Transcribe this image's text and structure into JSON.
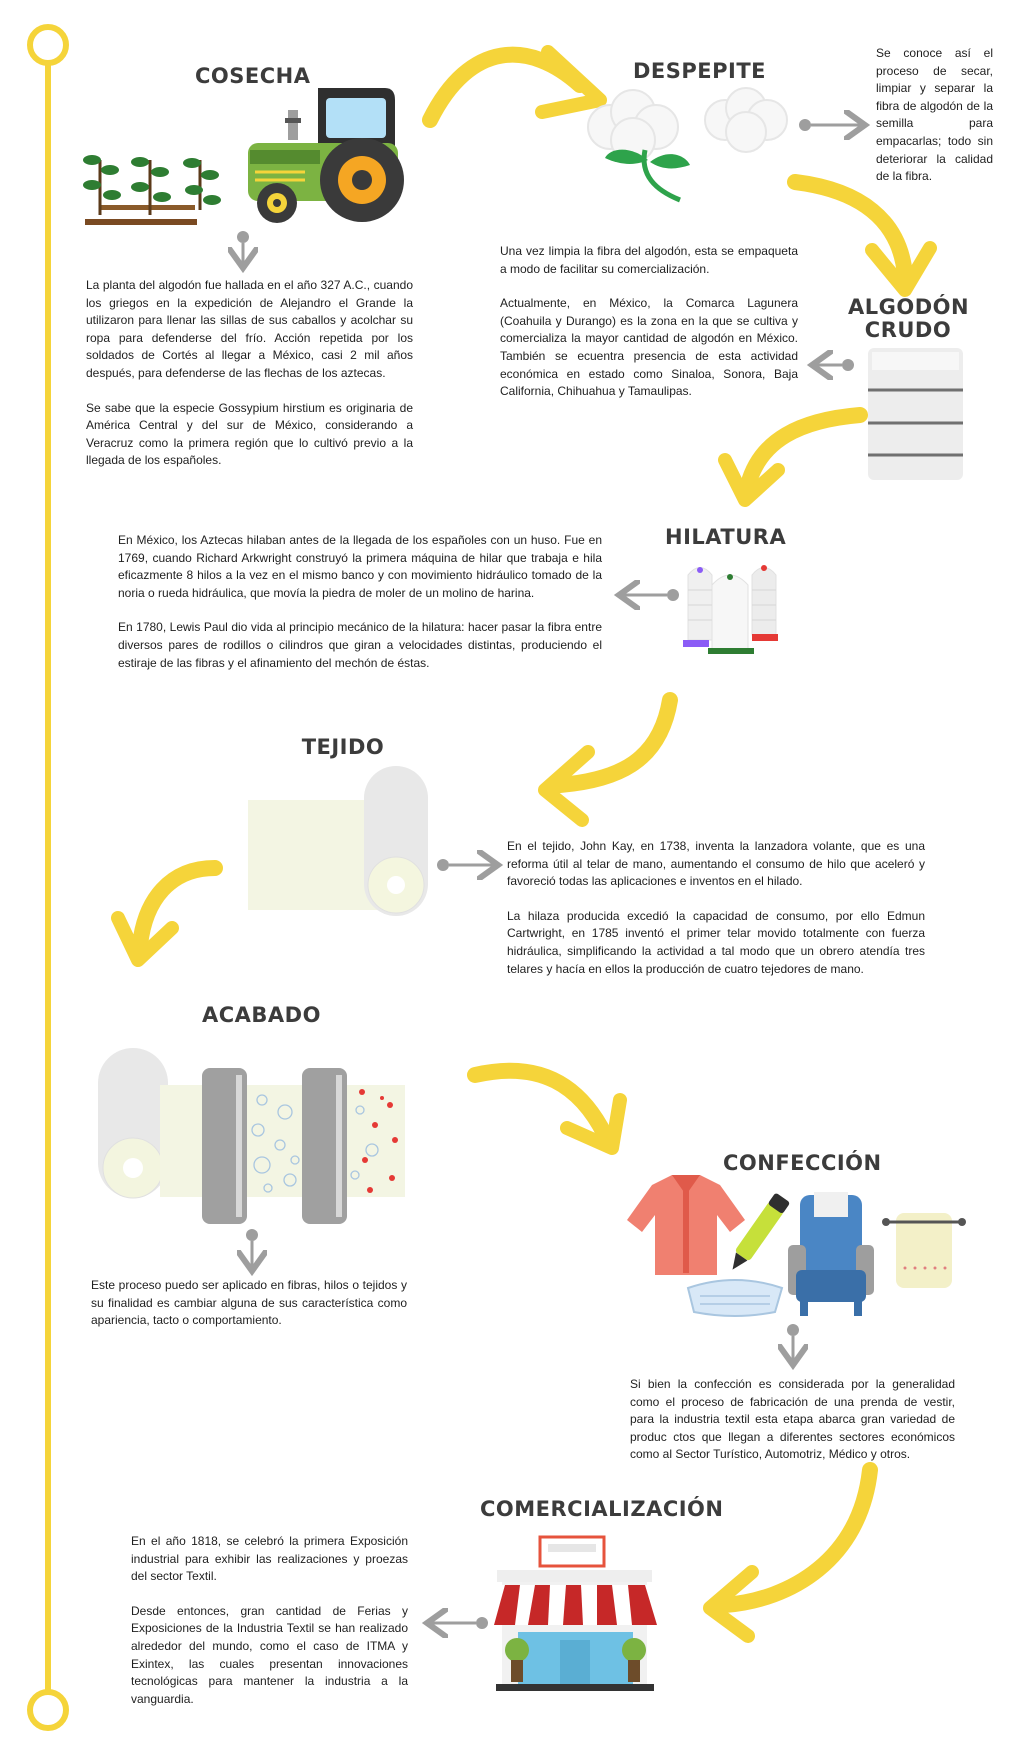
{
  "sections": {
    "cosecha": {
      "title": "COSECHA",
      "paragraphs": [
        "La planta del algodón fue hallada  en el año 327 A.C., cuando los griegos en la expedición de Alejandro el Grande la utilizaron para llenar las sillas de sus caballos y acolchar su ropa para defenderse del frío. Acción repetida por los soldados de Cortés al llegar a México, casi 2 mil años después, para defenderse de las flechas de los aztecas.",
        "Se sabe que la especie Gossypium hirstium es originaria de América Central y del sur de México, considerando a Veracruz como la primera región que lo cultivó previo a la llegada de los españoles."
      ]
    },
    "despepite": {
      "title": "DESPEPITE",
      "paragraphs": [
        "Se conoce así el proceso de secar, limpiar y separar la fibra de algodón de la semilla para empacarlas; todo sin deteriorar la calidad de la fibra."
      ]
    },
    "algodon_crudo": {
      "title_line1": "ALGODÓN",
      "title_line2": "CRUDO",
      "paragraphs": [
        "Una vez limpia la fibra del algodón, esta se empaqueta a modo de facilitar su comercialización.",
        "Actualmente, en México, la Comarca Lagunera (Coahuila y Durango) es la zona en la que se cultiva y comercializa la mayor cantidad de algodón en México. También se ecuentra presencia de esta actividad económica en estado como Sinaloa, Sonora, Baja California, Chihuahua y Tamaulipas."
      ]
    },
    "hilatura": {
      "title": "HILATURA",
      "paragraphs": [
        "En México, los Aztecas hilaban antes de la llegada de los españoles con un huso. Fue en 1769, cuando Richard Arkwright construyó la primera máquina de hilar que trabaja  e hila eficazmente 8 hilos a la vez en el mismo banco y con movimiento hidráulico tomado de la noria o rueda hidráulica, que movía la piedra de moler de un molino de harina.",
        "En 1780, Lewis Paul dio vida al principio mecánico de la hilatura: hacer pasar la fibra entre diversos pares de rodillos o cilindros que giran a velocidades distintas, produciendo el estiraje de las fibras y el afinamiento del mechón de éstas."
      ]
    },
    "tejido": {
      "title": "TEJIDO",
      "paragraphs": [
        "En el tejido, John Kay, en 1738, inventa la lanzadora  volante, que es una reforma útil al telar de mano, aumentando el consumo de hilo que aceleró y favoreció todas las aplicaciones e inventos en el hilado.",
        "La hilaza producida excedió la capacidad de consumo, por ello Edmun Cartwright, en 1785 inventó el primer telar movido totalmente con fuerza hidráulica, simplificando la actividad a tal modo que un obrero atendía tres telares y hacía en ellos la producción de cuatro tejedores de mano."
      ]
    },
    "acabado": {
      "title": "ACABADO",
      "paragraphs": [
        "Este proceso puedo ser aplicado en fibras, hilos o tejidos y su finalidad es cambiar alguna de sus característica como apariencia, tacto o comportamiento."
      ]
    },
    "confeccion": {
      "title": "CONFECCIÓN",
      "paragraphs": [
        "Si bien la confección es considerada  por la generalidad como el proceso de fabricación de una prenda de vestir, para la industria textil esta etapa abarca gran variedad de produc ctos que llegan a diferentes sectores económicos como al Sector Turístico, Automotriz, Médico y otros."
      ]
    },
    "comercializacion": {
      "title": "COMERCIALIZACIÓN",
      "paragraphs": [
        "En el año 1818, se celebró la primera  Exposición industrial para exhibir las realizaciones y proezas del sector Textil.",
        "Desde entonces, gran cantidad de Ferias y Exposiciones de la Industria Textil se han realizado alrededor del mundo, como el caso de ITMA y Exintex, las cuales presentan innovaciones tecnológicas para mantener la industria a la vanguardia."
      ]
    }
  },
  "colors": {
    "accent_yellow": "#f5d43a",
    "title_gray": "#3c3c3c",
    "pointer_gray": "#9e9e9e"
  }
}
